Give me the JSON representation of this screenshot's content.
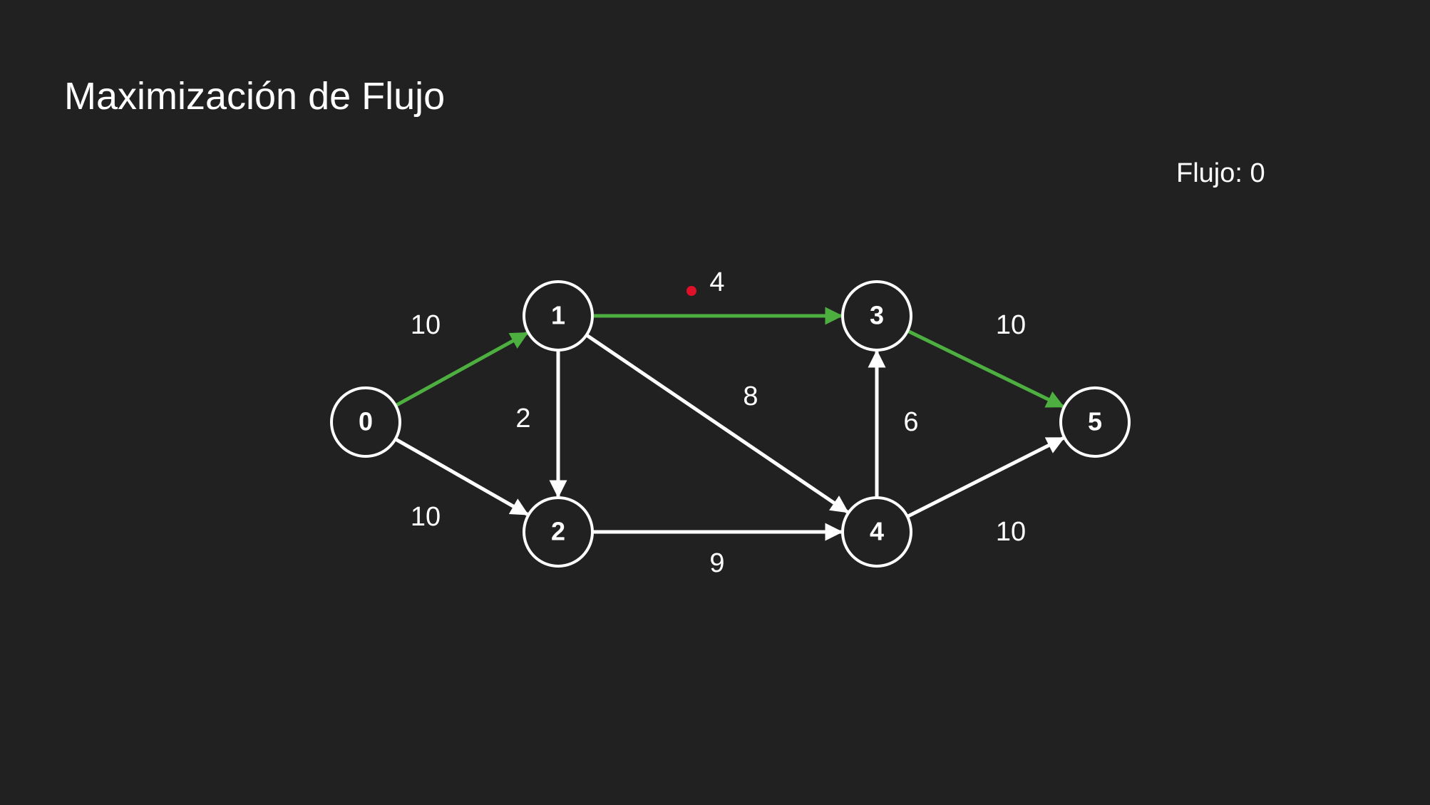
{
  "slide": {
    "title": "Maximización de Flujo",
    "flow_label": "Flujo: 0"
  },
  "colors": {
    "background": "#212121",
    "edge_default": "#ffffff",
    "edge_highlight": "#4caf3f",
    "pointer_dot": "#e0102a"
  },
  "graph": {
    "nodes": [
      {
        "id": "0",
        "label": "0"
      },
      {
        "id": "1",
        "label": "1"
      },
      {
        "id": "2",
        "label": "2"
      },
      {
        "id": "3",
        "label": "3"
      },
      {
        "id": "4",
        "label": "4"
      },
      {
        "id": "5",
        "label": "5"
      }
    ],
    "edges": [
      {
        "from": "0",
        "to": "1",
        "capacity": "10",
        "highlighted": true
      },
      {
        "from": "0",
        "to": "2",
        "capacity": "10",
        "highlighted": false
      },
      {
        "from": "1",
        "to": "2",
        "capacity": "2",
        "highlighted": false
      },
      {
        "from": "1",
        "to": "3",
        "capacity": "4",
        "highlighted": true
      },
      {
        "from": "1",
        "to": "4",
        "capacity": "8",
        "highlighted": false
      },
      {
        "from": "2",
        "to": "4",
        "capacity": "9",
        "highlighted": false
      },
      {
        "from": "4",
        "to": "3",
        "capacity": "6",
        "highlighted": false
      },
      {
        "from": "3",
        "to": "5",
        "capacity": "10",
        "highlighted": true
      },
      {
        "from": "4",
        "to": "5",
        "capacity": "10",
        "highlighted": false
      }
    ]
  }
}
